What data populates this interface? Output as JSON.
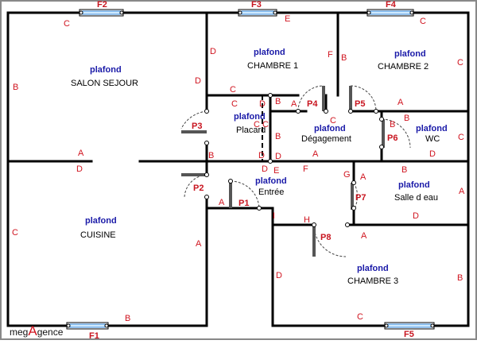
{
  "brand": {
    "prefix": "meg",
    "accent": "A",
    "suffix": "gence",
    "accent_color": "#d0141f"
  },
  "ceiling_label": "plafond",
  "rooms": {
    "salon": "SALON SEJOUR",
    "chambre1": "CHAMBRE 1",
    "chambre2": "CHAMBRE 2",
    "placard": "Placard",
    "degagement": "Dégagement",
    "wc": "WC",
    "entree": "Entrée",
    "salle_eau": "Salle d eau",
    "cuisine": "CUISINE",
    "chambre3": "CHAMBRE 3"
  },
  "windows": [
    "F2",
    "F3",
    "F4",
    "F1",
    "F5"
  ],
  "doors": [
    "P1",
    "P2",
    "P3",
    "P4",
    "P5",
    "P6",
    "P7",
    "P8"
  ],
  "wall_letters": [
    "C",
    "E",
    "C",
    "B",
    "D",
    "D",
    "F",
    "B",
    "C",
    "C",
    "C",
    "B",
    "A",
    "C",
    "D",
    "B",
    "C",
    "C",
    "B",
    "A",
    "B",
    "C",
    "A",
    "D",
    "B",
    "D",
    "D",
    "E",
    "D",
    "F",
    "A",
    "D",
    "G",
    "A",
    "B",
    "A",
    "A",
    "D",
    "I",
    "H",
    "A",
    "C",
    "A",
    "D",
    "B",
    "B",
    "C",
    "E",
    "F",
    "A"
  ],
  "colors": {
    "wall": "#000000",
    "label_red": "#d0141f",
    "ceiling_blue": "#1a1aa8",
    "window_glass": "#cfe9ff"
  }
}
